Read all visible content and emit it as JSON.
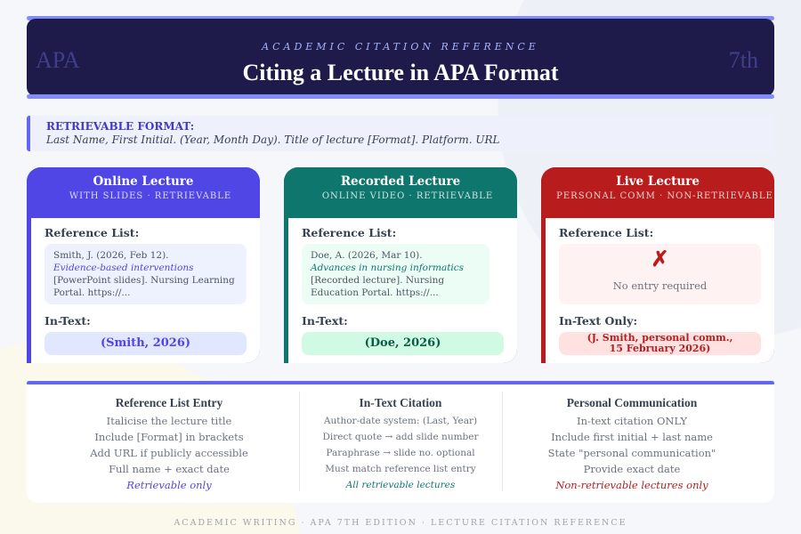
{
  "header": {
    "eyebrow": "ACADEMIC CITATION REFERENCE",
    "title": "Citing a Lecture in APA Format",
    "left_badge": "APA",
    "right_badge": "7th"
  },
  "format": {
    "label": "RETRIEVABLE FORMAT:",
    "value": "Last Name, First Initial. (Year, Month Day). Title of lecture [Format]. Platform. URL"
  },
  "cards": [
    {
      "title": "Online Lecture",
      "subtitle": "WITH SLIDES · RETRIEVABLE",
      "ref_label": "Reference List:",
      "ref_line1": "Smith, J. (2026, Feb 12).",
      "ref_title": "Evidence-based interventions",
      "ref_line3": "[PowerPoint slides]. Nursing Learning Portal. https://...",
      "intext_label": "In-Text:",
      "intext": "(Smith, 2026)",
      "color": "#4f46e5"
    },
    {
      "title": "Recorded Lecture",
      "subtitle": "ONLINE VIDEO · RETRIEVABLE",
      "ref_label": "Reference List:",
      "ref_line1": "Doe, A. (2026, Mar 10).",
      "ref_title": "Advances in nursing informatics",
      "ref_line3": "[Recorded lecture]. Nursing Education Portal. https://...",
      "intext_label": "In-Text:",
      "intext": "(Doe, 2026)",
      "color": "#0f766e"
    },
    {
      "title": "Live Lecture",
      "subtitle": "PERSONAL COMM · NON-RETRIEVABLE",
      "ref_label": "Reference List:",
      "no_entry_icon": "✗",
      "no_entry": "No entry required",
      "intext_label": "In-Text Only:",
      "intext": "(J. Smith, personal comm., 15 February 2026)",
      "color": "#b91c1c"
    }
  ],
  "summary": [
    {
      "heading": "Reference List Entry",
      "items": [
        "Italicise the lecture title",
        "Include [Format] in brackets",
        "Add URL if publicly accessible",
        "Full name + exact date"
      ],
      "note": "Retrievable only",
      "note_color": "#4f46e5"
    },
    {
      "heading": "In-Text Citation",
      "items": [
        "Author-date system: (Last, Year)",
        "Direct quote → add slide number",
        "Paraphrase → slide no. optional",
        "Must match reference list entry"
      ],
      "note": "All retrievable lectures",
      "note_color": "#0f766e"
    },
    {
      "heading": "Personal Communication",
      "items": [
        "In-text citation ONLY",
        "Include first initial + last name",
        "State \"personal communication\"",
        "Provide exact date"
      ],
      "note": "Non-retrievable lectures only",
      "note_color": "#b91c1c"
    }
  ],
  "footer": "ACADEMIC WRITING · APA 7TH EDITION · LECTURE CITATION REFERENCE"
}
